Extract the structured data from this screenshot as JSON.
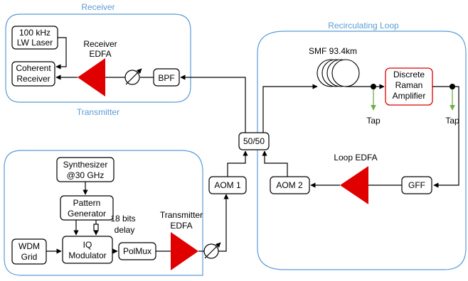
{
  "regions": {
    "receiver": "Receiver",
    "transmitter": "Transmitter",
    "loop": "Recirculating Loop"
  },
  "receiver": {
    "laser": [
      "100 kHz",
      "LW Laser"
    ],
    "coherent": [
      "Coherent",
      "Receiver"
    ],
    "edfa": [
      "Receiver",
      "EDFA"
    ],
    "bpf": "BPF"
  },
  "transmitter": {
    "synth": [
      "Synthesizer",
      "@30 GHz"
    ],
    "pattern": [
      "Pattern",
      "Generator"
    ],
    "delay": [
      "18 bits",
      "delay"
    ],
    "wdm": [
      "WDM",
      "Grid"
    ],
    "iq": [
      "IQ",
      "Modulator"
    ],
    "polmux": "PolMux",
    "edfa": [
      "Transmitter",
      "EDFA"
    ]
  },
  "loop": {
    "aom1": "AOM 1",
    "aom2": "AOM 2",
    "coupler": "50/50",
    "smf": "SMF 93.4km",
    "raman": [
      "Discrete",
      "Raman",
      "Amplifier"
    ],
    "tap1": "Tap",
    "tap2": "Tap",
    "loop_edfa": "Loop EDFA",
    "gff": "GFF"
  },
  "colors": {
    "region_stroke": "#5b9bd5",
    "amplifier": "#e00000",
    "raman_border": "#e00000",
    "tap_arrow": "#70ad47"
  }
}
